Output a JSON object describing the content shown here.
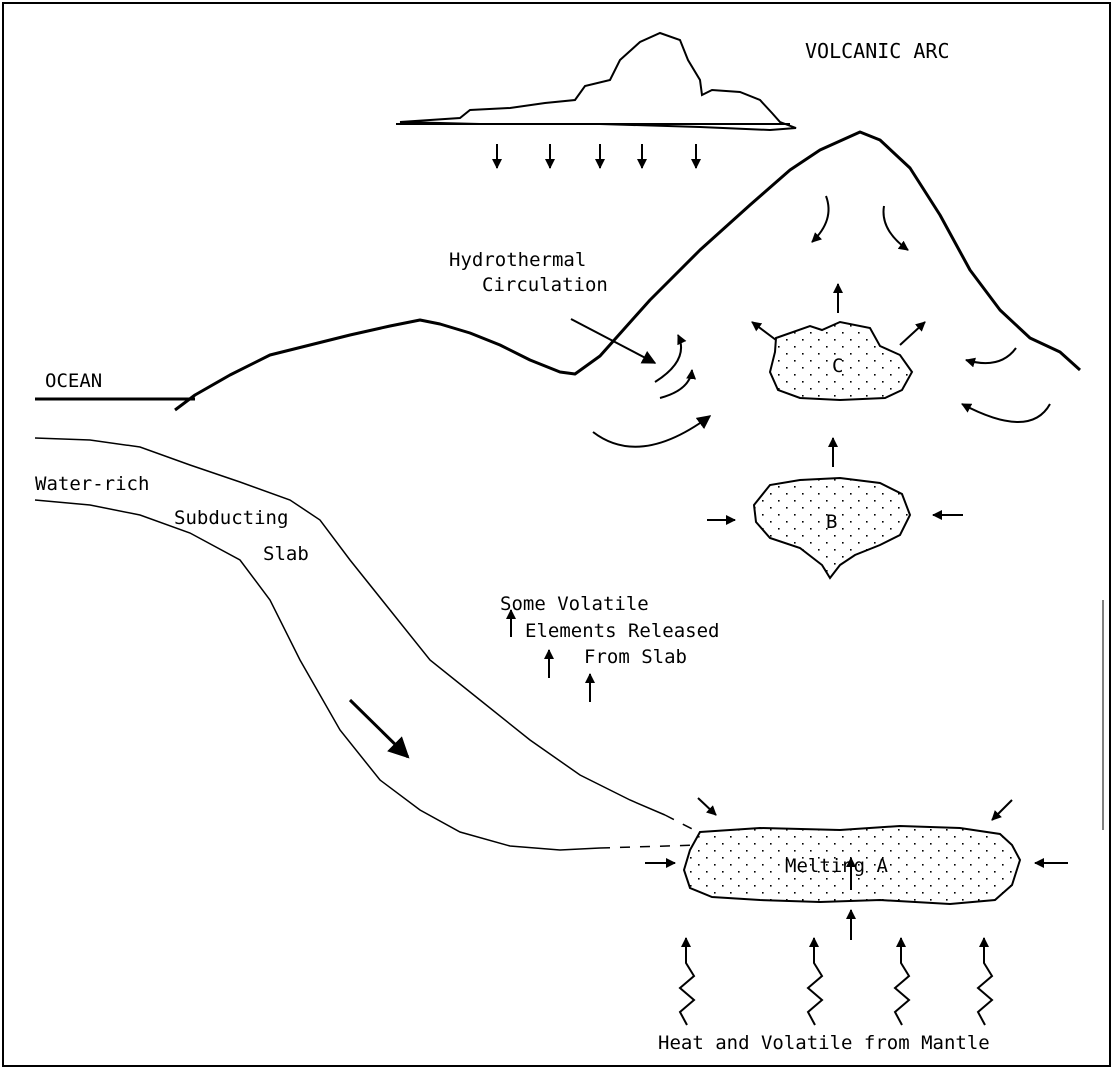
{
  "labels": {
    "volcanic_arc": "VOLCANIC ARC",
    "hydrothermal_line1": "Hydrothermal",
    "hydrothermal_line2": "Circulation",
    "ocean": "OCEAN",
    "water_rich": "Water-rich",
    "subducting": "Subducting",
    "slab": "Slab",
    "volatile_line1": "Some Volatile",
    "volatile_line2": "Elements Released",
    "volatile_line3": "From Slab",
    "magma_c": "C",
    "magma_b": "B",
    "magma_a": "Melting A",
    "mantle": "Heat and Volatile from Mantle"
  },
  "colors": {
    "line": "#000000",
    "background": "#ffffff",
    "stipple": "#000000"
  }
}
